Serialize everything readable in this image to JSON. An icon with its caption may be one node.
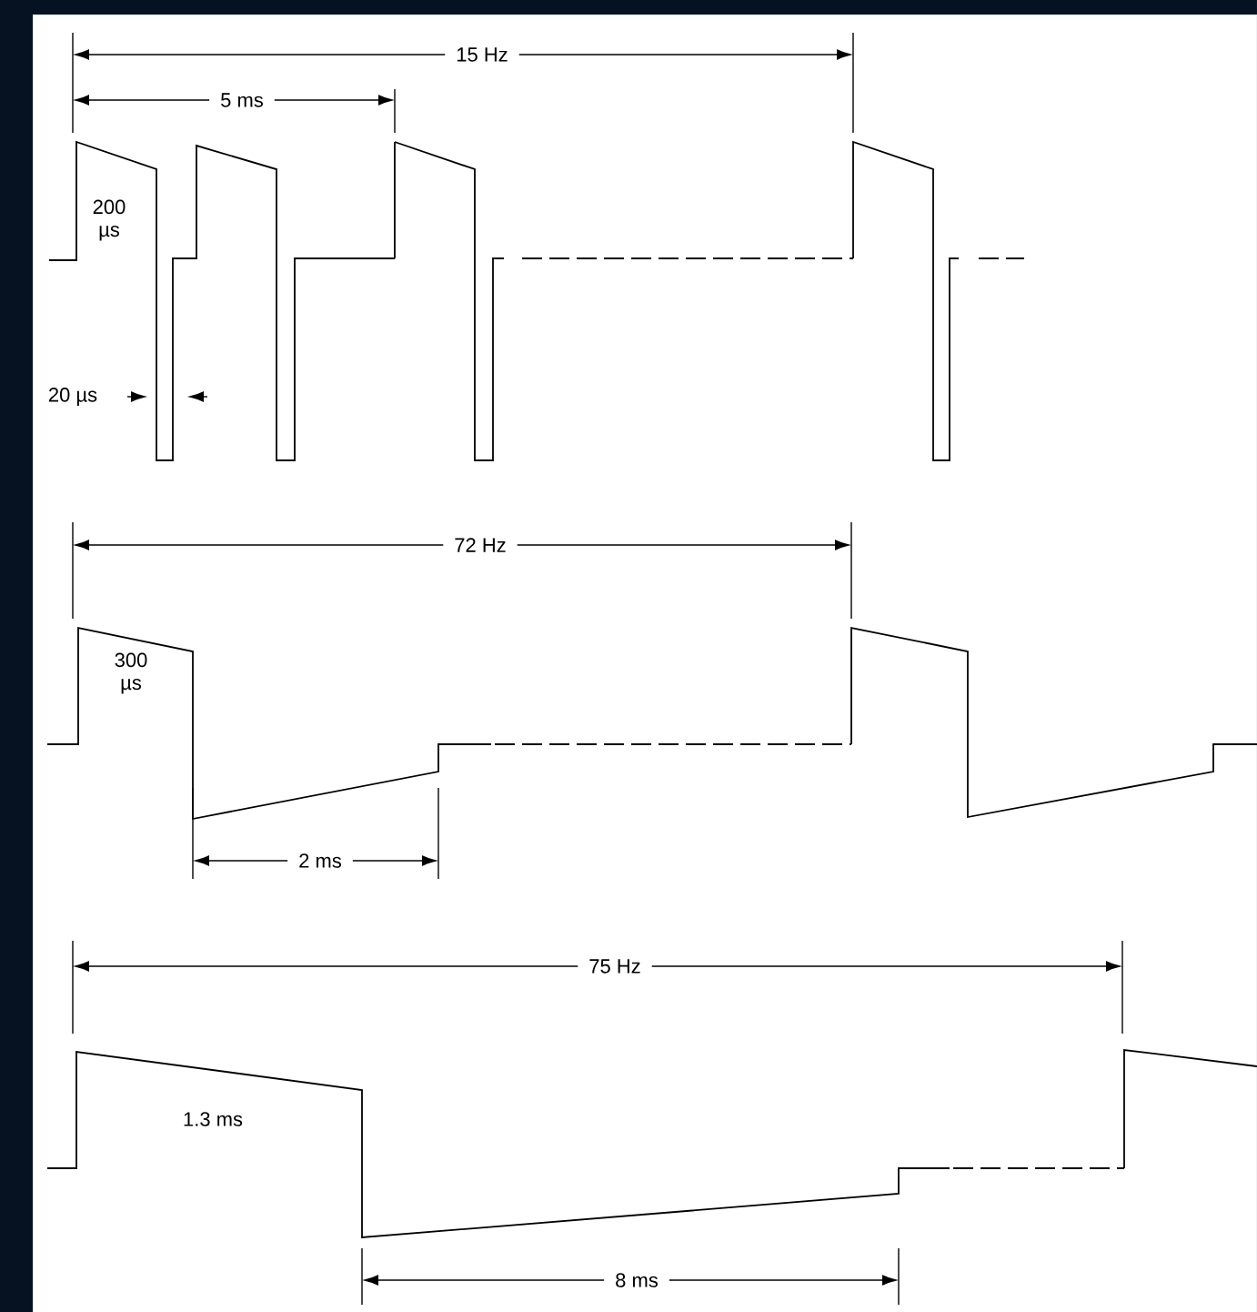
{
  "diagram": {
    "labels": [
      "15 Hz",
      "5 ms",
      "200 µs",
      "20 µs",
      "72 Hz",
      "300 µs",
      "2 ms",
      "75 Hz",
      "1.3 ms",
      "8 ms"
    ]
  }
}
